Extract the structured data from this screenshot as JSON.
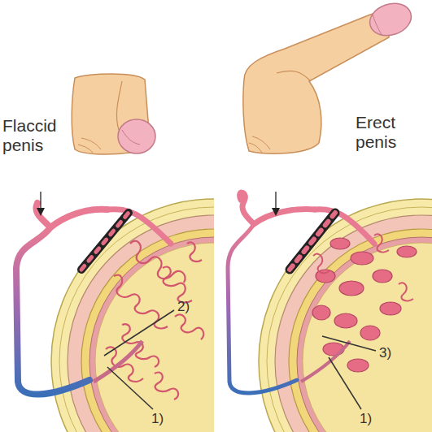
{
  "diagram": {
    "labels": [
      "Flaccid penis",
      "Erect penis",
      "2)",
      "1)",
      "3)",
      "1)"
    ]
  }
}
